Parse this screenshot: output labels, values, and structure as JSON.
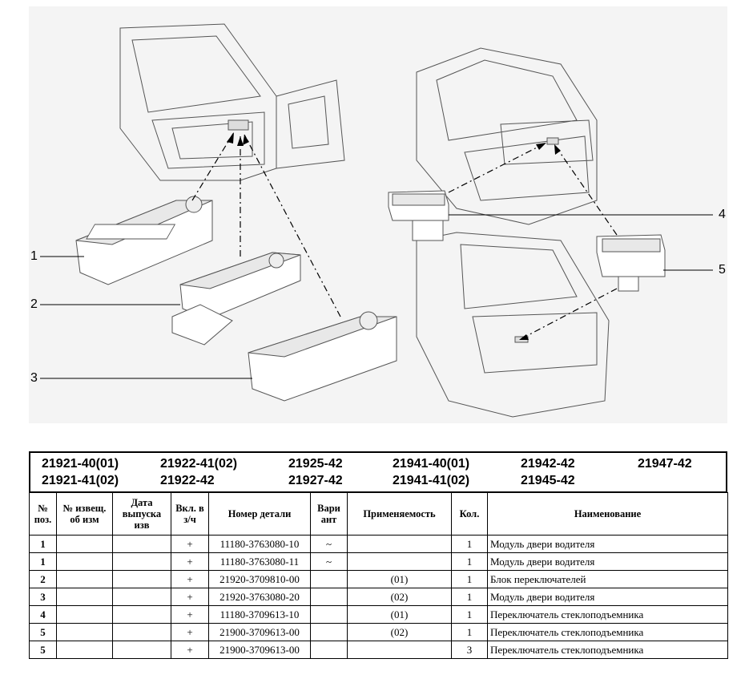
{
  "callouts": [
    "1",
    "2",
    "3",
    "4",
    "5"
  ],
  "models": [
    [
      "21921-40(01)",
      "21921-41(02)"
    ],
    [
      "21922-41(02)",
      "21922-42"
    ],
    [
      "21925-42",
      "21927-42"
    ],
    [
      "21941-40(01)",
      "21941-41(02)"
    ],
    [
      "21942-42",
      "21945-42"
    ],
    [
      "21947-42",
      ""
    ]
  ],
  "headers": [
    "№ поз.",
    "№ извещ. об изм",
    "Дата выпуска изв",
    "Вкл. в з/ч",
    "Номер детали",
    "Вари ант",
    "Применяемость",
    "Кол.",
    "Наименование"
  ],
  "rows": [
    {
      "pos": "1",
      "notice": "",
      "date": "",
      "incl": "+",
      "part": "11180-3763080-10",
      "variant": "~",
      "applic": "",
      "qty": "1",
      "name": "Модуль двери водителя"
    },
    {
      "pos": "1",
      "notice": "",
      "date": "",
      "incl": "+",
      "part": "11180-3763080-11",
      "variant": "~",
      "applic": "",
      "qty": "1",
      "name": "Модуль двери водителя"
    },
    {
      "pos": "2",
      "notice": "",
      "date": "",
      "incl": "+",
      "part": "21920-3709810-00",
      "variant": "",
      "applic": "(01)",
      "qty": "1",
      "name": "Блок переключателей"
    },
    {
      "pos": "3",
      "notice": "",
      "date": "",
      "incl": "+",
      "part": "21920-3763080-20",
      "variant": "",
      "applic": "(02)",
      "qty": "1",
      "name": "Модуль двери водителя"
    },
    {
      "pos": "4",
      "notice": "",
      "date": "",
      "incl": "+",
      "part": "11180-3709613-10",
      "variant": "",
      "applic": "(01)",
      "qty": "1",
      "name": "Переключатель стеклоподъемника"
    },
    {
      "pos": "5",
      "notice": "",
      "date": "",
      "incl": "+",
      "part": "21900-3709613-00",
      "variant": "",
      "applic": "(02)",
      "qty": "1",
      "name": "Переключатель стеклоподъемника"
    },
    {
      "pos": "5",
      "notice": "",
      "date": "",
      "incl": "+",
      "part": "21900-3709613-00",
      "variant": "",
      "applic": "",
      "qty": "3",
      "name": "Переключатель стеклоподъемника"
    }
  ]
}
